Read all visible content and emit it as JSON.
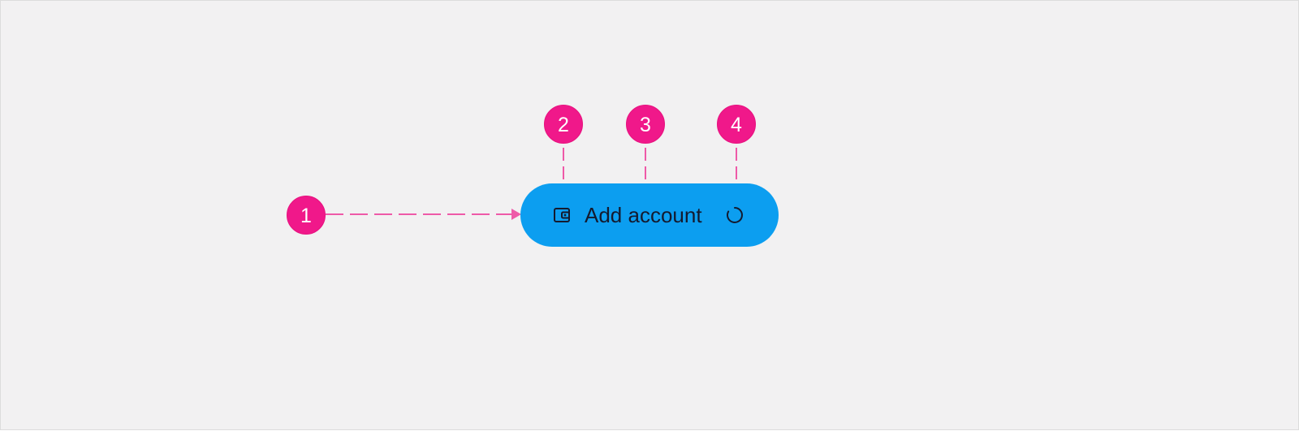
{
  "callouts": [
    {
      "number": "1",
      "target": "button-container"
    },
    {
      "number": "2",
      "target": "leading-icon"
    },
    {
      "number": "3",
      "target": "label-text"
    },
    {
      "number": "4",
      "target": "loading-spinner"
    }
  ],
  "button": {
    "label": "Add account",
    "leading_icon": "wallet-icon",
    "trailing_icon": "spinner-icon",
    "background": "#0c9ef0",
    "text_color": "#141a2e"
  },
  "colors": {
    "callout": "#f0188a",
    "connector": "#ee5aa8",
    "canvas": "#f2f1f2"
  }
}
